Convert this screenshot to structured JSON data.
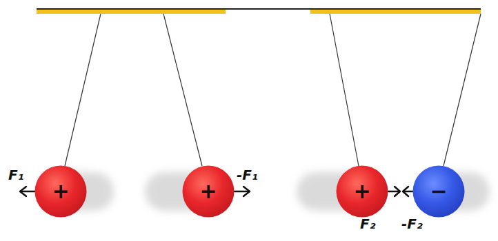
{
  "diagram": {
    "nodes": [
      {
        "text": [
          "+"
        ]
      },
      {
        "text": [
          "+"
        ]
      },
      {
        "text": [
          "+"
        ]
      },
      {
        "text": [
          "−"
        ]
      }
    ],
    "labels": [
      "F₁",
      "-F₁",
      "F₂",
      "-F₂"
    ]
  }
}
